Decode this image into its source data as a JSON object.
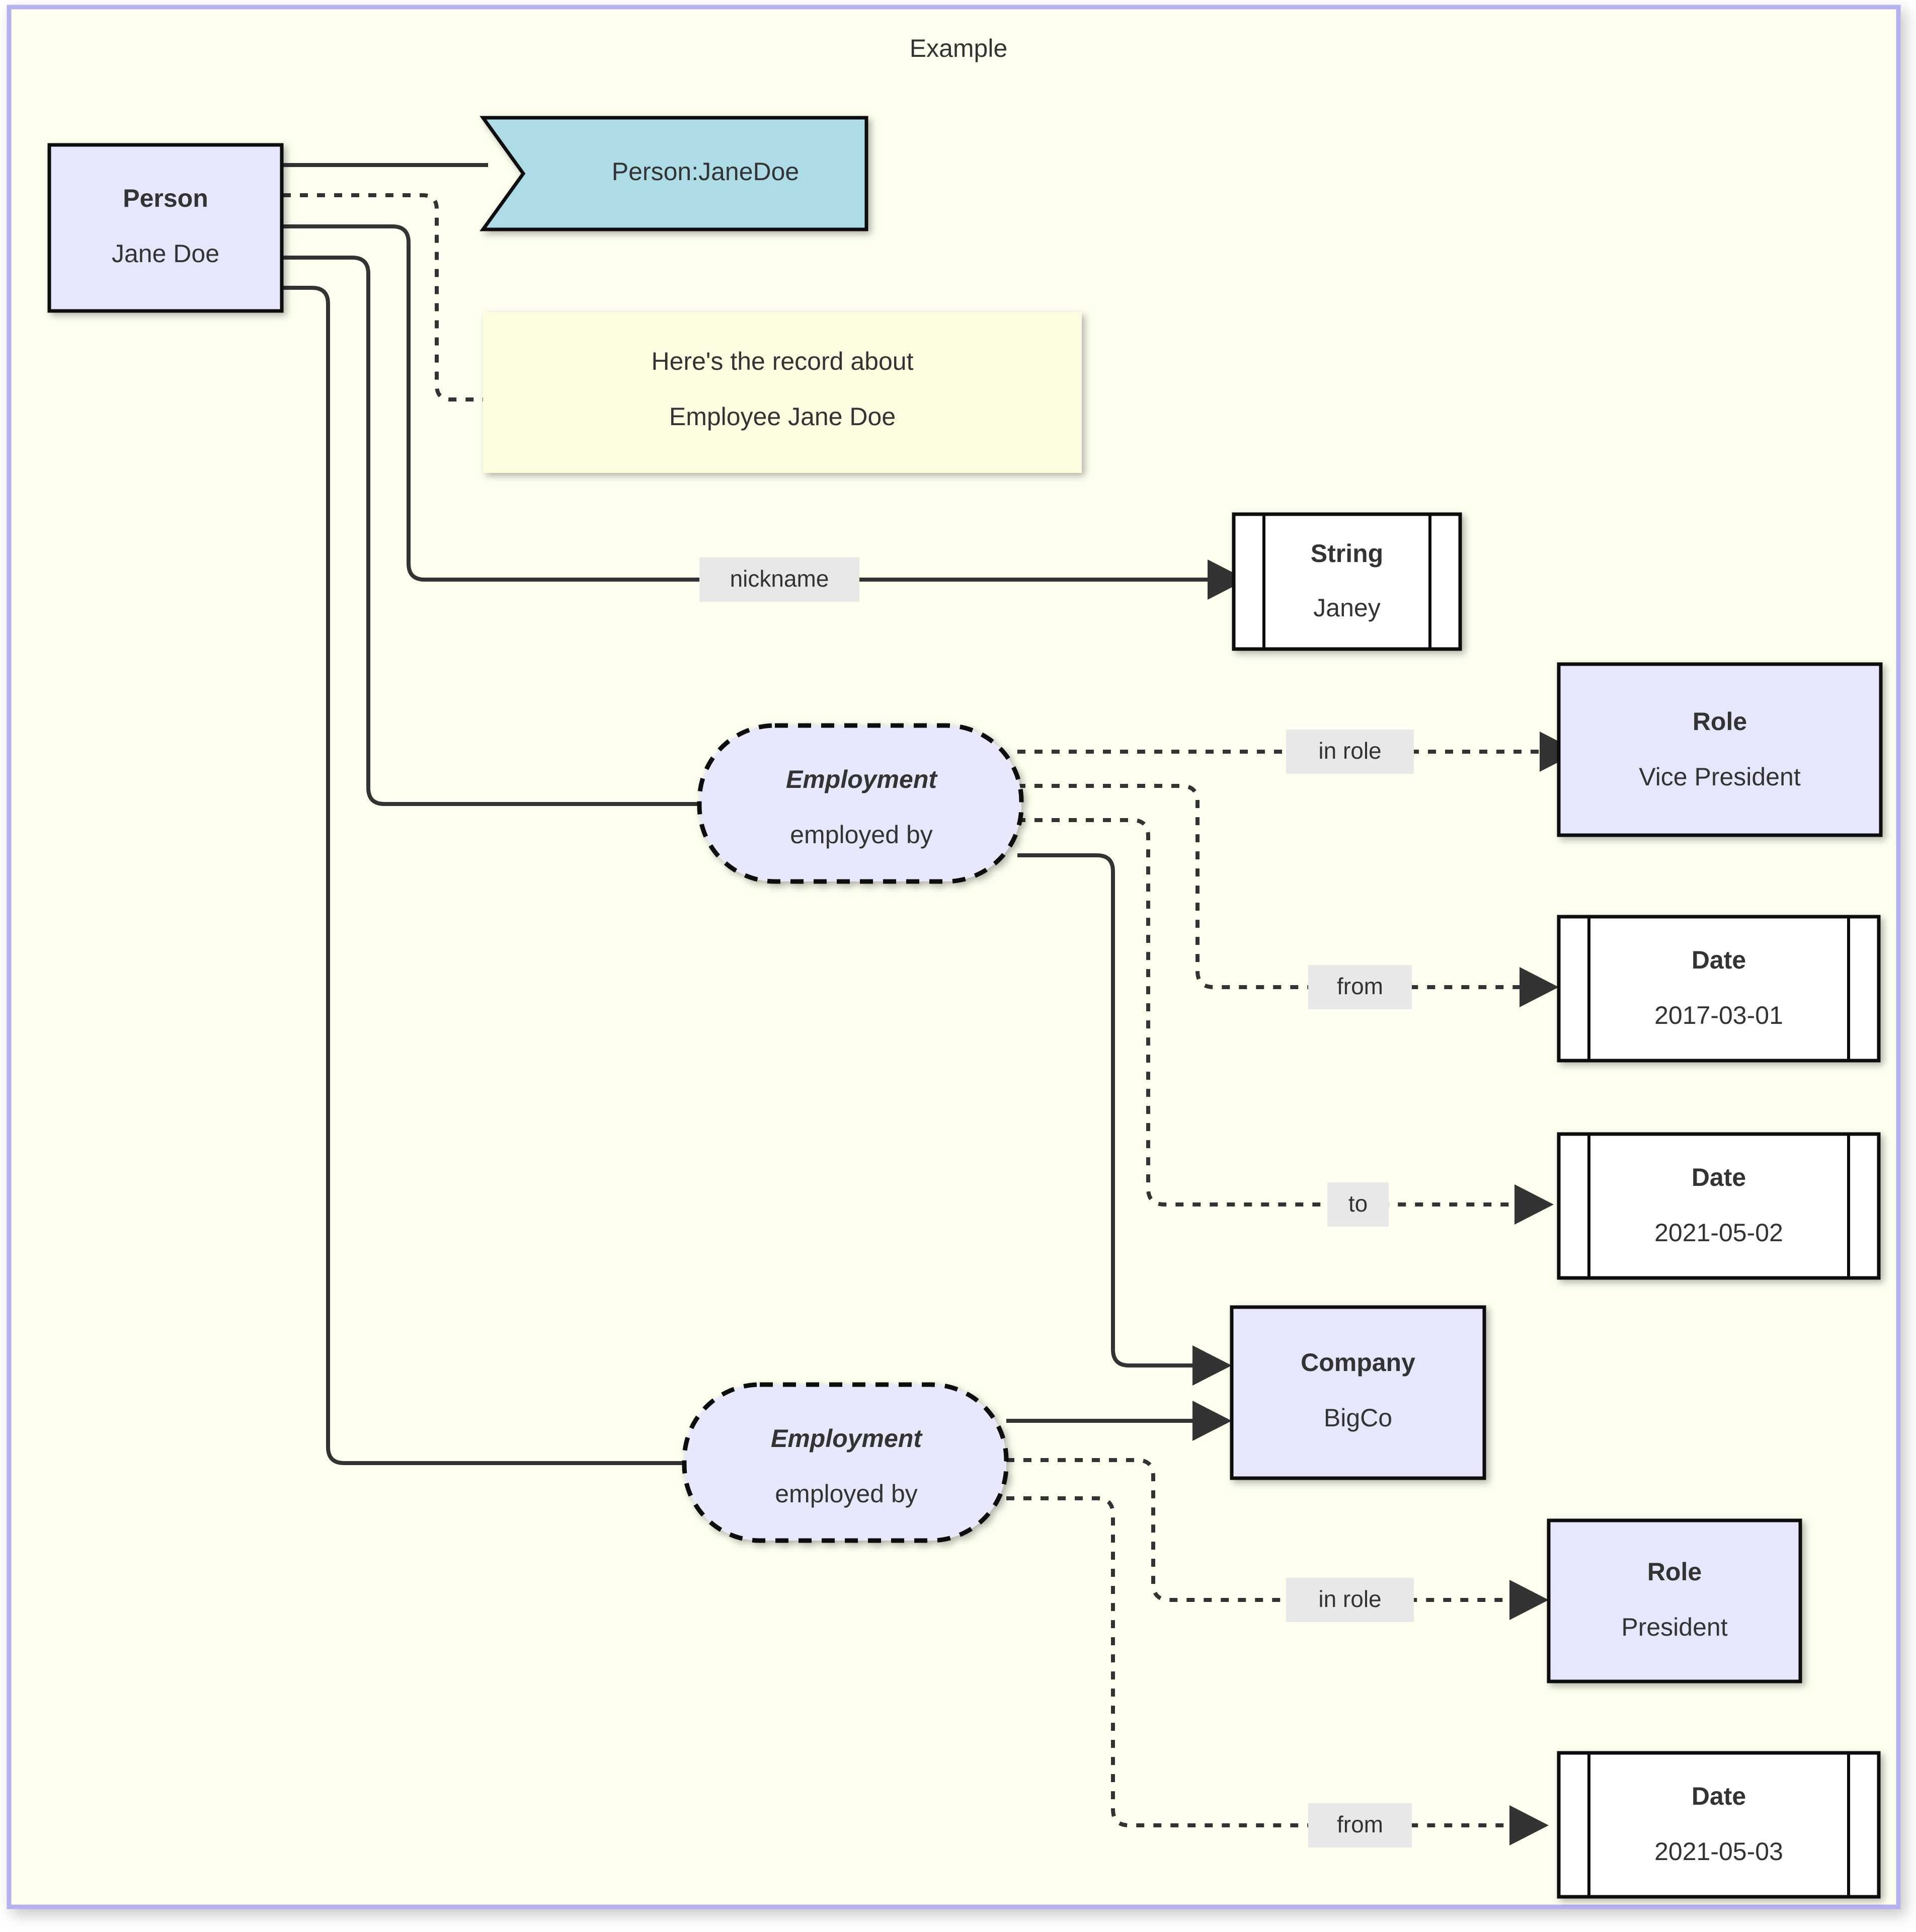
{
  "diagram": {
    "title": "Example",
    "background_color": "#fffff0",
    "frame_border_color": "#b5b2f2",
    "node_fill_lavender": "#e6e6fc",
    "node_fill_tag": "#addbe6",
    "node_fill_note": "#fcfce0",
    "node_fill_white": "#ffffff",
    "stroke_color": "#0b0b0b",
    "edge_color": "#333333",
    "edge_label_bg": "#e8e8e8"
  },
  "nodes": {
    "person": {
      "id": "person",
      "shape": "rect",
      "type_label": "Person",
      "value_label": "Jane Doe"
    },
    "tag": {
      "id": "person_tag",
      "shape": "tag",
      "label": "Person:JaneDoe"
    },
    "note": {
      "id": "note",
      "shape": "note",
      "line1": "Here's the record about",
      "line2": "Employee Jane Doe"
    },
    "string_janey": {
      "id": "string_janey",
      "shape": "subroutine",
      "type_label": "String",
      "value_label": "Janey"
    },
    "employment_1": {
      "id": "employment_1",
      "shape": "rounded-dashed",
      "type_label": "Employment",
      "value_label": "employed by"
    },
    "employment_2": {
      "id": "employment_2",
      "shape": "rounded-dashed",
      "type_label": "Employment",
      "value_label": "employed by"
    },
    "role_vp": {
      "id": "role_vp",
      "shape": "rect",
      "type_label": "Role",
      "value_label": "Vice President"
    },
    "role_pres": {
      "id": "role_pres",
      "shape": "rect",
      "type_label": "Role",
      "value_label": "President"
    },
    "date_from_1": {
      "id": "date_from_1",
      "shape": "subroutine",
      "type_label": "Date",
      "value_label": "2017-03-01"
    },
    "date_to_1": {
      "id": "date_to_1",
      "shape": "subroutine",
      "type_label": "Date",
      "value_label": "2021-05-02"
    },
    "date_from_2": {
      "id": "date_from_2",
      "shape": "subroutine",
      "type_label": "Date",
      "value_label": "2021-05-03"
    },
    "company": {
      "id": "company",
      "shape": "rect",
      "type_label": "Company",
      "value_label": "BigCo"
    }
  },
  "edges": {
    "person_to_tag": {
      "label": "",
      "style": "solid-no-arrow"
    },
    "person_to_note": {
      "label": "",
      "style": "dotted-no-arrow"
    },
    "person_to_nickname": {
      "label": "nickname",
      "style": "solid-arrow"
    },
    "person_to_employment1": {
      "label": "",
      "style": "solid-no-arrow"
    },
    "person_to_employment2": {
      "label": "",
      "style": "solid-no-arrow"
    },
    "emp1_in_role": {
      "label": "in role",
      "style": "dotted-arrow"
    },
    "emp1_from": {
      "label": "from",
      "style": "dotted-arrow"
    },
    "emp1_to": {
      "label": "to",
      "style": "dotted-arrow"
    },
    "emp1_company": {
      "label": "",
      "style": "solid-arrow"
    },
    "emp2_company": {
      "label": "",
      "style": "solid-arrow"
    },
    "emp2_in_role": {
      "label": "in role",
      "style": "dotted-arrow"
    },
    "emp2_from": {
      "label": "from",
      "style": "dotted-arrow"
    }
  }
}
